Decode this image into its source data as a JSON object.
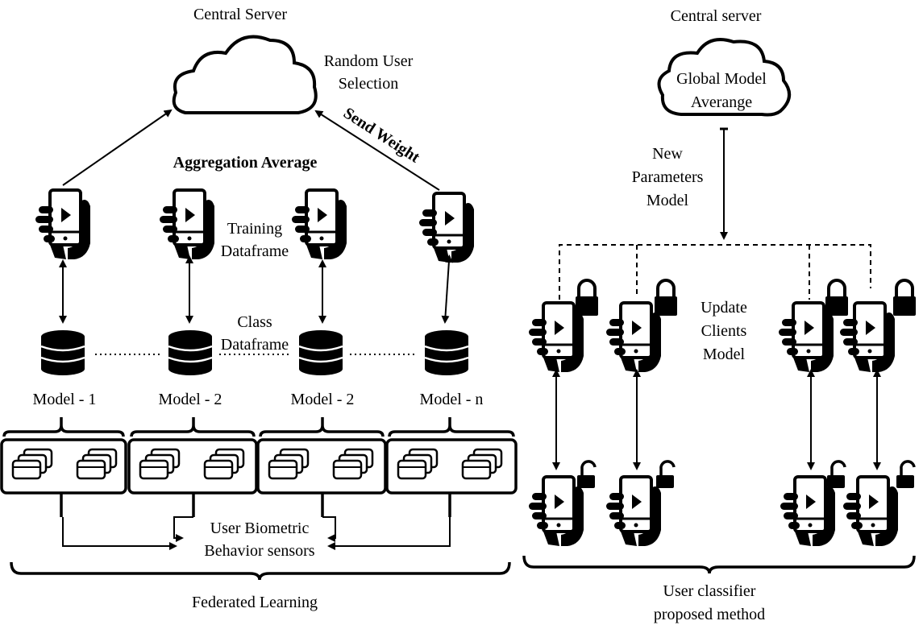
{
  "left": {
    "server_title": "Central Server",
    "random_user": [
      "Random User",
      "Selection"
    ],
    "send_weight": "Send Weight",
    "aggregation": "Aggregation Average",
    "training": [
      "Training",
      "Dataframe"
    ],
    "class_df": [
      "Class",
      "Dataframe"
    ],
    "models": [
      "Model - 1",
      "Model - 2",
      "Model - 2",
      "Model - n"
    ],
    "sensors": [
      "User Biometric",
      "Behavior sensors"
    ],
    "caption": "Federated Learning"
  },
  "right": {
    "server_title": "Central server",
    "cloud_text": [
      "Global Model",
      "Averange"
    ],
    "new_params": [
      "New",
      "Parameters",
      "Model"
    ],
    "update": [
      "Update",
      "Clients",
      "Model"
    ],
    "caption": [
      "User classifier",
      "proposed method"
    ]
  },
  "icons": {
    "cloud": "cloud-icon",
    "phone": "hand-phone-icon",
    "database": "database-icon",
    "lock": "lock-icon",
    "unlock": "unlock-icon",
    "sensor": "sensor-cards-icon"
  }
}
